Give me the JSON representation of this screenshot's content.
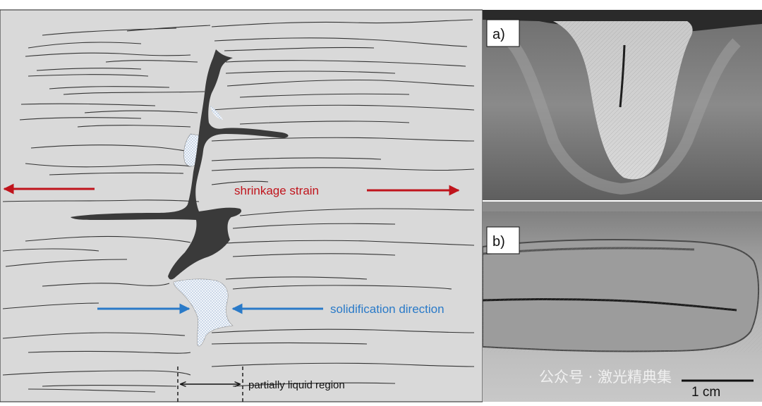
{
  "schematic": {
    "shrinkage_label": "shrinkage strain",
    "solidification_label": "solidification direction",
    "region_label": "partially liquid region",
    "colors": {
      "strain_arrow": "#c0141c",
      "solidification_arrow": "#2a7ac8",
      "crack": "#3a3a3a",
      "background": "#d9d9d9"
    }
  },
  "photo_a": {
    "label": "a)"
  },
  "photo_b": {
    "label": "b)",
    "scale_label": "1 cm"
  },
  "watermark": {
    "text": "公众号 · 激光精典集"
  }
}
